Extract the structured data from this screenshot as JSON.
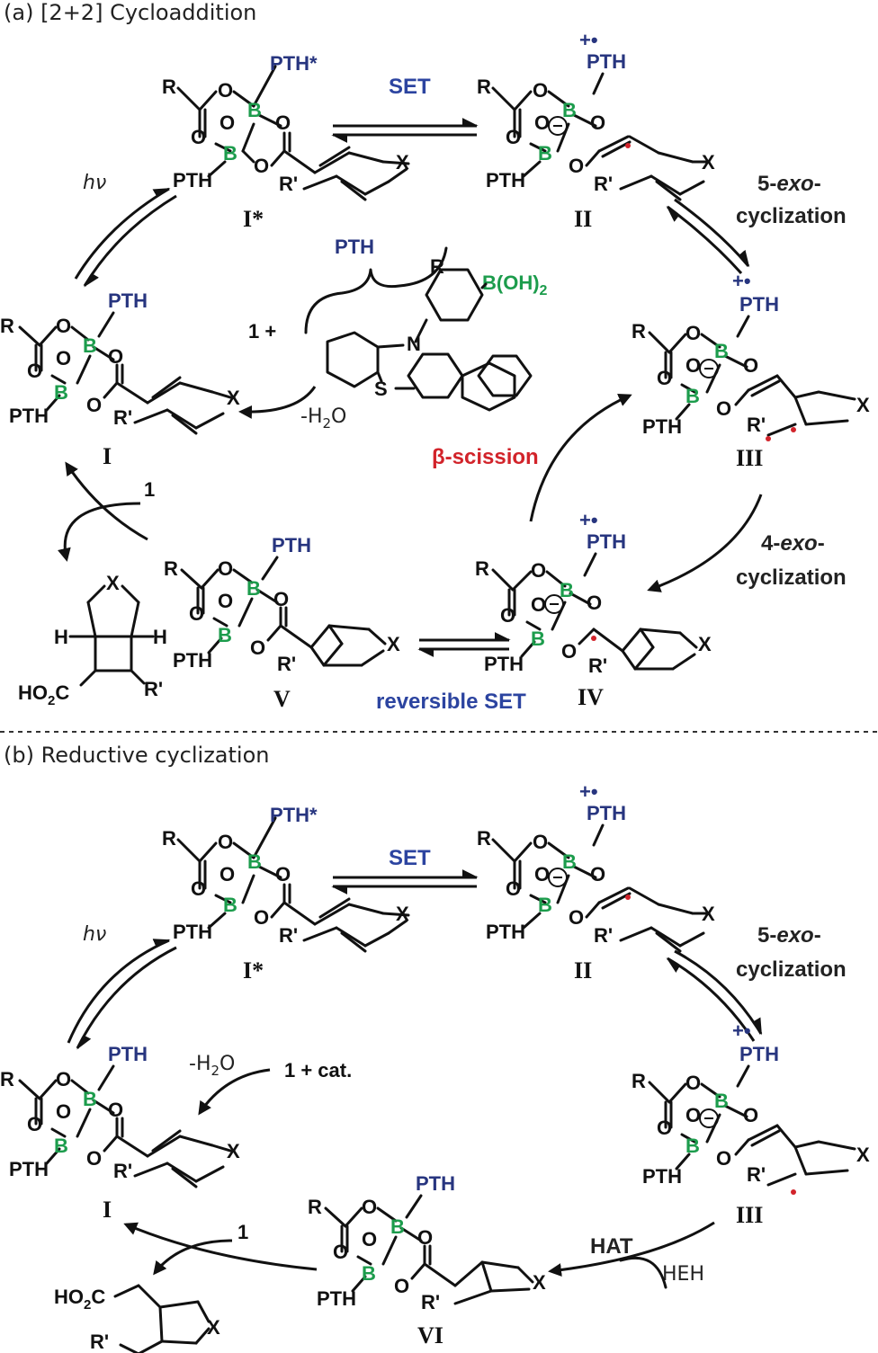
{
  "panels": {
    "a": "(a) [2+2] Cycloaddition",
    "b": "(b) Reductive cyclization"
  },
  "labels": {
    "set": "SET",
    "hv": "hν",
    "pth": "PTH",
    "pth_star": "PTH*",
    "radcat": "+•",
    "five_exo_a": "5-",
    "five_exo_b": "exo",
    "five_exo_c": "-",
    "cyclization": "cyclization",
    "four_exo_a": "4-",
    "four_exo_b": "exo",
    "four_exo_c": "-",
    "beta_scission": "β-scission",
    "reversible_set": "reversible SET",
    "one_plus": "1 +",
    "one": "1",
    "minus_h2o": "-H2O",
    "boh2": "B(OH)2",
    "one_plus_cat": "1 + cat.",
    "hat": "HAT",
    "heh": "HEH",
    "ho2c": "HO2C",
    "h": "H",
    "r": "R",
    "rp": "R'",
    "x": "X",
    "n": "N",
    "s": "S",
    "o": "O",
    "b": "B"
  },
  "roman": {
    "I_star": "I*",
    "II": "II",
    "III": "III",
    "IV": "IV",
    "V": "V",
    "I": "I",
    "VI": "VI"
  },
  "colors": {
    "pth": "#27357f",
    "boron": "#1c9c4c",
    "radical": "#d2232a",
    "set": "#2c44a0"
  }
}
